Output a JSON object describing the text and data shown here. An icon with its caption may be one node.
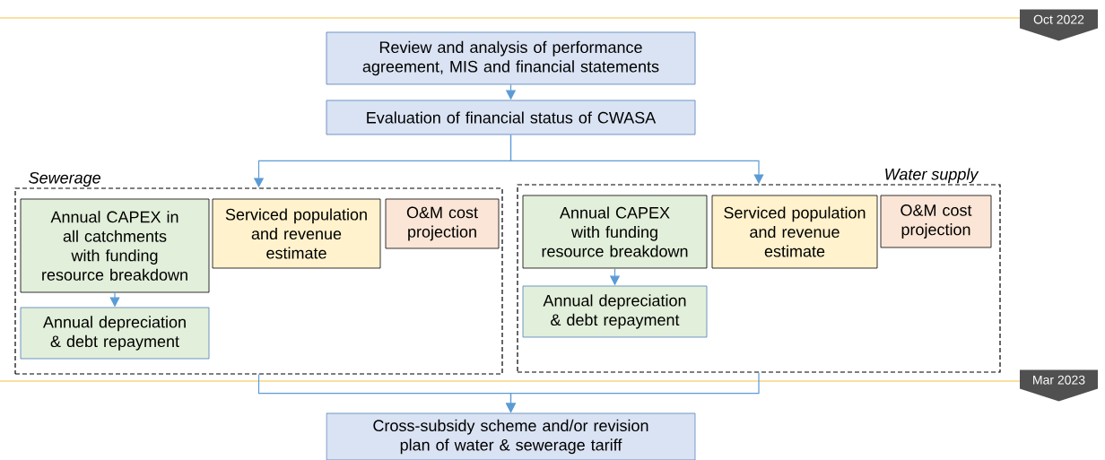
{
  "diagram": {
    "nodes": [
      {
        "text": [
          "Review and analysis of performance agreement, MIS and financial statements"
        ]
      },
      {
        "text": [
          "Evaluation of financial status of CWASA"
        ]
      },
      {
        "text": [
          "Sewerage"
        ]
      },
      {
        "text": [
          "Annual CAPEX in all catchments with funding resource breakdown"
        ],
        "in": 2
      },
      {
        "text": [
          "Serviced population and revenue estimate"
        ],
        "in": 2
      },
      {
        "text": [
          "O&M cost projection"
        ],
        "in": 2
      },
      {
        "text": [
          "Annual depreciation & debt repayment"
        ],
        "in": 2
      },
      {
        "text": [
          "Water supply"
        ]
      },
      {
        "text": [
          "Annual CAPEX with funding resource breakdown"
        ],
        "in": 7
      },
      {
        "text": [
          "Serviced population and revenue estimate"
        ],
        "in": 7
      },
      {
        "text": [
          "O&M cost projection"
        ],
        "in": 7
      },
      {
        "text": [
          "Annual depreciation & debt repayment"
        ],
        "in": 7
      },
      {
        "text": [
          "Cross-subsidy scheme and/or revision plan of water & sewerage tariff"
        ]
      },
      {
        "text": [
          "Oct 2022"
        ]
      },
      {
        "text": [
          "Mar 2023"
        ]
      }
    ],
    "edges": [
      {
        "from": 0,
        "to": 1,
        "arrow": "to"
      },
      {
        "from": 1,
        "to": 2,
        "arrow": "to"
      },
      {
        "from": 1,
        "to": 7,
        "arrow": "to"
      },
      {
        "from": 3,
        "to": 6,
        "arrow": "to"
      },
      {
        "from": 8,
        "to": 11,
        "arrow": "to"
      },
      {
        "from": 2,
        "to": 12,
        "arrow": "to"
      },
      {
        "from": 7,
        "to": 12,
        "arrow": "to"
      }
    ]
  }
}
